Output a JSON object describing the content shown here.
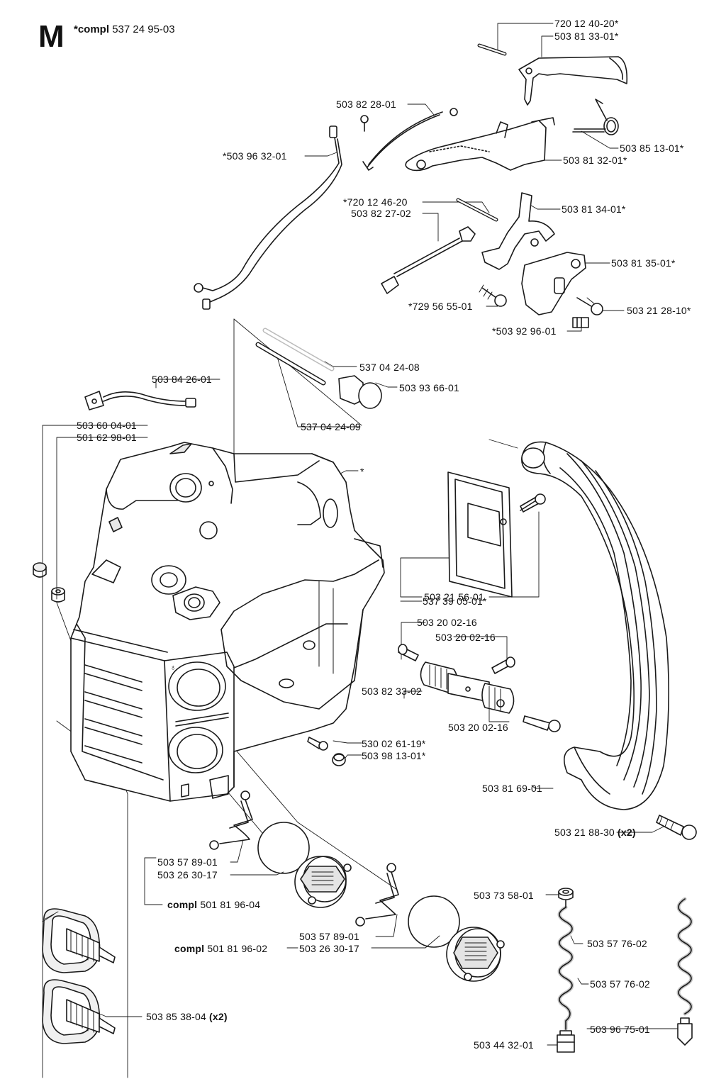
{
  "header": {
    "section_letter": "M",
    "assembly_prefix": "*compl",
    "assembly_number": "537 24 95-03"
  },
  "parts": [
    {
      "id": "p1",
      "prefix": "",
      "number": "720 12 40-20*",
      "suffix": ""
    },
    {
      "id": "p2",
      "prefix": "",
      "number": "503 81 33-01*",
      "suffix": ""
    },
    {
      "id": "p3",
      "prefix": "",
      "number": "503 82 28-01",
      "suffix": ""
    },
    {
      "id": "p4",
      "prefix": "",
      "number": "503 85 13-01*",
      "suffix": ""
    },
    {
      "id": "p5",
      "prefix": "",
      "number": "*503 96 32-01",
      "suffix": ""
    },
    {
      "id": "p6",
      "prefix": "",
      "number": "503 81 32-01*",
      "suffix": ""
    },
    {
      "id": "p7",
      "prefix": "",
      "number": "*720 12 46-20",
      "suffix": ""
    },
    {
      "id": "p8",
      "prefix": "",
      "number": "503 81 34-01*",
      "suffix": ""
    },
    {
      "id": "p9",
      "prefix": "",
      "number": "503 82 27-02",
      "suffix": ""
    },
    {
      "id": "p10",
      "prefix": "",
      "number": "503 81 35-01*",
      "suffix": ""
    },
    {
      "id": "p11",
      "prefix": "",
      "number": "*729 56 55-01",
      "suffix": ""
    },
    {
      "id": "p12",
      "prefix": "",
      "number": "503 21 28-10*",
      "suffix": ""
    },
    {
      "id": "p13",
      "prefix": "",
      "number": "*503 92 96-01",
      "suffix": ""
    },
    {
      "id": "p14",
      "prefix": "",
      "number": "537 04 24-08",
      "suffix": ""
    },
    {
      "id": "p15",
      "prefix": "",
      "number": "503 84 26-01",
      "suffix": ""
    },
    {
      "id": "p16",
      "prefix": "",
      "number": "503 93 66-01",
      "suffix": ""
    },
    {
      "id": "p17",
      "prefix": "",
      "number": "537 04 24-09",
      "suffix": ""
    },
    {
      "id": "p18",
      "prefix": "",
      "number": "503 60 04-01",
      "suffix": ""
    },
    {
      "id": "p19",
      "prefix": "",
      "number": "501 62 98-01",
      "suffix": ""
    },
    {
      "id": "p20",
      "prefix": "",
      "number": "*",
      "suffix": ""
    },
    {
      "id": "p21",
      "prefix": "",
      "number": "503 21 56-01",
      "suffix": ""
    },
    {
      "id": "p22",
      "prefix": "",
      "number": "537 39 05-01*",
      "suffix": ""
    },
    {
      "id": "p23",
      "prefix": "",
      "number": "503 20 02-16",
      "suffix": ""
    },
    {
      "id": "p24",
      "prefix": "",
      "number": "503 20 02-16",
      "suffix": ""
    },
    {
      "id": "p25",
      "prefix": "",
      "number": "503 82 33-02",
      "suffix": ""
    },
    {
      "id": "p26",
      "prefix": "",
      "number": "503 20 02-16",
      "suffix": ""
    },
    {
      "id": "p27",
      "prefix": "",
      "number": "530 02 61-19*",
      "suffix": ""
    },
    {
      "id": "p28",
      "prefix": "",
      "number": "503 98 13-01*",
      "suffix": ""
    },
    {
      "id": "p29",
      "prefix": "",
      "number": "503 81 69-01",
      "suffix": ""
    },
    {
      "id": "p30",
      "prefix": "",
      "number": "503 21 88-30",
      "suffix": "(x2)"
    },
    {
      "id": "p31",
      "prefix": "",
      "number": "503 57 89-01",
      "suffix": ""
    },
    {
      "id": "p32",
      "prefix": "",
      "number": "503 26 30-17",
      "suffix": ""
    },
    {
      "id": "p33",
      "prefix": "compl",
      "number": "501 81 96-04",
      "suffix": ""
    },
    {
      "id": "p34",
      "prefix": "",
      "number": "503 73 58-01",
      "suffix": ""
    },
    {
      "id": "p35",
      "prefix": "",
      "number": "503 57 89-01",
      "suffix": ""
    },
    {
      "id": "p36",
      "prefix": "compl",
      "number": "501 81 96-02",
      "suffix": ""
    },
    {
      "id": "p37",
      "prefix": "",
      "number": "503 26 30-17",
      "suffix": ""
    },
    {
      "id": "p38",
      "prefix": "",
      "number": "503 57 76-02",
      "suffix": ""
    },
    {
      "id": "p39",
      "prefix": "",
      "number": "503 57 76-02",
      "suffix": ""
    },
    {
      "id": "p40",
      "prefix": "",
      "number": "503 85 38-04",
      "suffix": "(x2)"
    },
    {
      "id": "p41",
      "prefix": "",
      "number": "503 96 75-01",
      "suffix": ""
    },
    {
      "id": "p42",
      "prefix": "",
      "number": "503 44 32-01",
      "suffix": ""
    }
  ],
  "colors": {
    "line": "#1a1a1a",
    "paper": "#ffffff",
    "shade": "#d6d6d6"
  }
}
